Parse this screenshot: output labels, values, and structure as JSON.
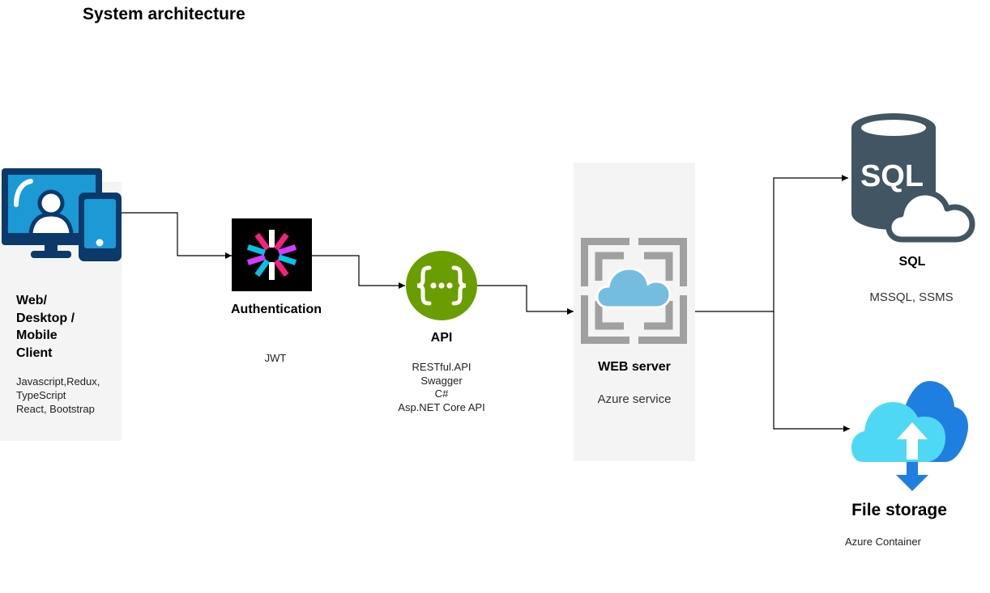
{
  "title": "System architecture",
  "nodes": {
    "client": {
      "title_lines": [
        "Web/",
        "Desktop /",
        "Mobile",
        "Client"
      ],
      "details": [
        "Javascript,Redux,",
        "TypeScript",
        "React, Bootstrap"
      ]
    },
    "auth": {
      "title": "Authentication",
      "details": [
        "JWT"
      ]
    },
    "api": {
      "title": "API",
      "details": [
        "RESTful.API",
        "Swagger",
        "C#",
        "Asp.NET Core API"
      ]
    },
    "web_server": {
      "title": "WEB server",
      "details": [
        "Azure service"
      ]
    },
    "sql": {
      "title": "SQL",
      "details": [
        "MSSQL, SSMS"
      ],
      "icon_text": "SQL"
    },
    "file_storage": {
      "title": "File storage",
      "details": [
        "Azure Container"
      ]
    }
  },
  "icons": {
    "client": "client-devices-icon",
    "auth": "jwt-logo-icon",
    "api": "api-braces-icon",
    "web_server": "azure-app-service-icon",
    "sql": "sql-cloud-database-icon",
    "file_storage": "cloud-upload-download-icon"
  },
  "colors": {
    "panel": "#f4f4f4",
    "client_icon": "#1b9ad6",
    "client_outline": "#0b3a6a",
    "api_green": "#6a9e00",
    "sql_dark": "#415563",
    "storage_blue": "#1e7fe0",
    "storage_light": "#4fd8f5"
  }
}
